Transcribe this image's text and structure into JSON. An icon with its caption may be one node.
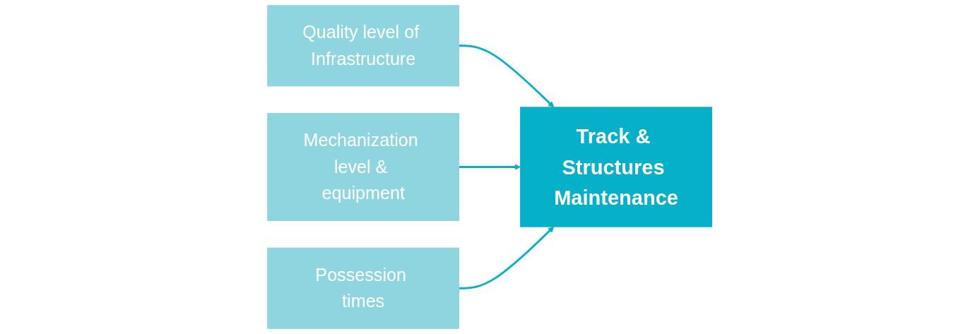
{
  "diagram": {
    "nodes": [
      {
        "text": [
          "Track & Structures Maintenance"
        ]
      },
      {
        "text": [
          "Quality level of Infrastructure"
        ]
      },
      {
        "text": [
          "Mechanization level & equipment"
        ]
      },
      {
        "text": [
          "Possession times"
        ]
      }
    ],
    "edges": [
      {
        "from": 1,
        "to": 0,
        "arrow": "to"
      },
      {
        "from": 2,
        "to": 0,
        "arrow": "to"
      },
      {
        "from": 3,
        "to": 0,
        "arrow": "to"
      }
    ]
  }
}
